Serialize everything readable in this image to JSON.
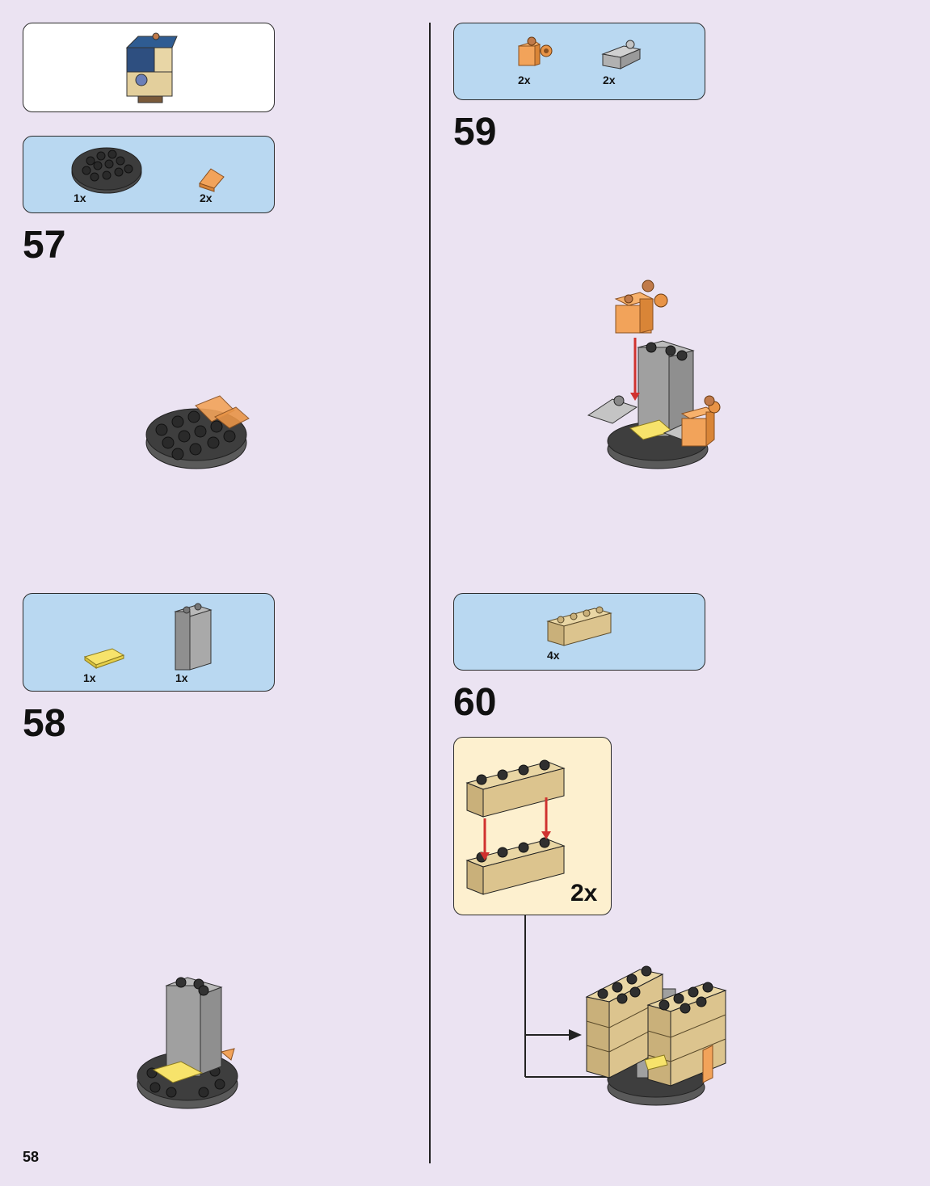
{
  "page_number": "58",
  "steps": [
    {
      "number": "57",
      "parts": [
        {
          "qty": "1x",
          "icon": "dark-gray-round-plate-icon"
        },
        {
          "qty": "2x",
          "icon": "orange-slope-icon"
        }
      ]
    },
    {
      "number": "58",
      "parts": [
        {
          "qty": "1x",
          "icon": "yellow-tile-icon"
        },
        {
          "qty": "1x",
          "icon": "gray-tall-brick-icon"
        }
      ]
    },
    {
      "number": "59",
      "parts": [
        {
          "qty": "2x",
          "icon": "orange-clip-brick-icon"
        },
        {
          "qty": "2x",
          "icon": "gray-slope-icon"
        }
      ]
    },
    {
      "number": "60",
      "parts": [
        {
          "qty": "4x",
          "icon": "tan-1x4-brick-icon"
        }
      ],
      "subassembly_qty": "2x"
    }
  ],
  "colors": {
    "background": "#ebe3f2",
    "parts_panel": "#b9d8f1",
    "subassembly_panel": "#fdf0cf",
    "arrow": "#d0322f"
  }
}
